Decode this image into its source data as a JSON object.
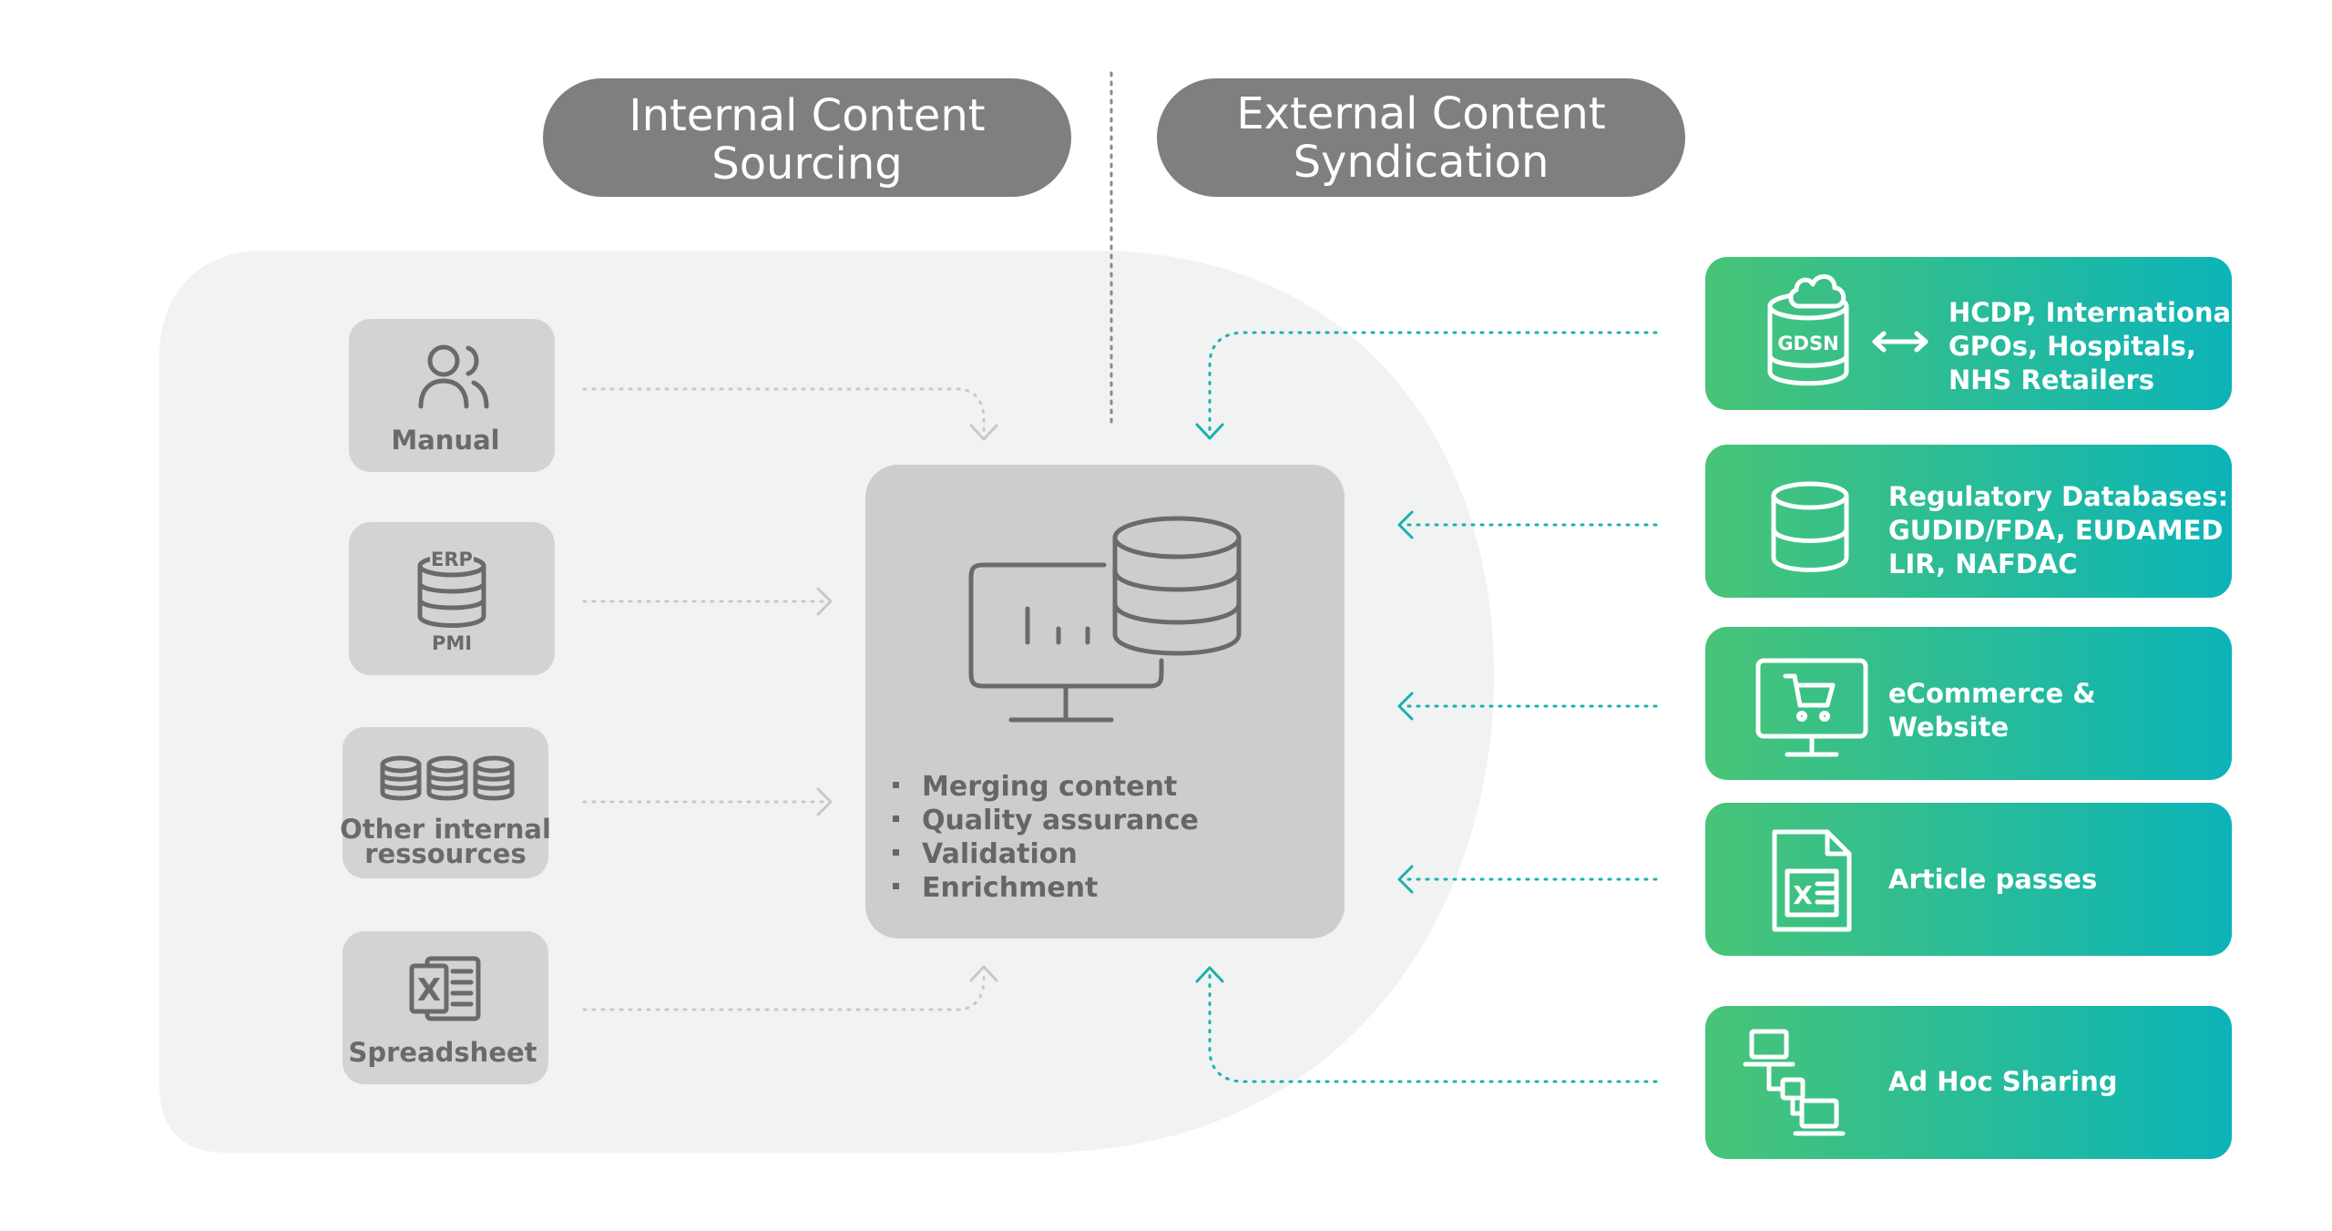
{
  "headers": {
    "internal_line1": "Internal Content",
    "internal_line2": "Sourcing",
    "external_line1": "External Content",
    "external_line2": "Syndication"
  },
  "sources": [
    {
      "label": "Manual",
      "icon": "users-icon"
    },
    {
      "label": "PMI",
      "icon_text": "ERP",
      "icon": "database-icon"
    },
    {
      "label_line1": "Other internal",
      "label_line2": "ressources",
      "icon": "databases-icon"
    },
    {
      "label": "Spreadsheet",
      "icon": "excel-icon"
    }
  ],
  "hub": {
    "icon": "monitor-database-icon",
    "bullets": [
      "Merging content",
      "Quality assurance",
      "Validation",
      "Enrichment"
    ]
  },
  "destinations": [
    {
      "icon": "gdsn-cloud-database-icon",
      "icon_text": "GDSN",
      "line1": "HCDP, International",
      "line2": "GPOs, Hospitals,",
      "line3": "NHS Retailers"
    },
    {
      "icon": "database-icon",
      "line1": "Regulatory Databases:",
      "line2": "GUDID/FDA, EUDAMED",
      "line3": "LIR, NAFDAC"
    },
    {
      "icon": "cart-monitor-icon",
      "line1": "eCommerce &",
      "line2": "Website"
    },
    {
      "icon": "excel-file-icon",
      "line1": "Article passes"
    },
    {
      "icon": "network-icon",
      "line1": "Ad Hoc Sharing"
    }
  ],
  "colors": {
    "header_pill": "#7f7f7f",
    "blob_bg": "#f1f2f2",
    "source_box": "#d3d3d3",
    "hub_box": "#cdcdcd",
    "teal_arrow": "#18b2ac",
    "grey_arrow": "#c8c8c8",
    "gradient_start": "#48c477",
    "gradient_end": "#0cb4b8"
  }
}
